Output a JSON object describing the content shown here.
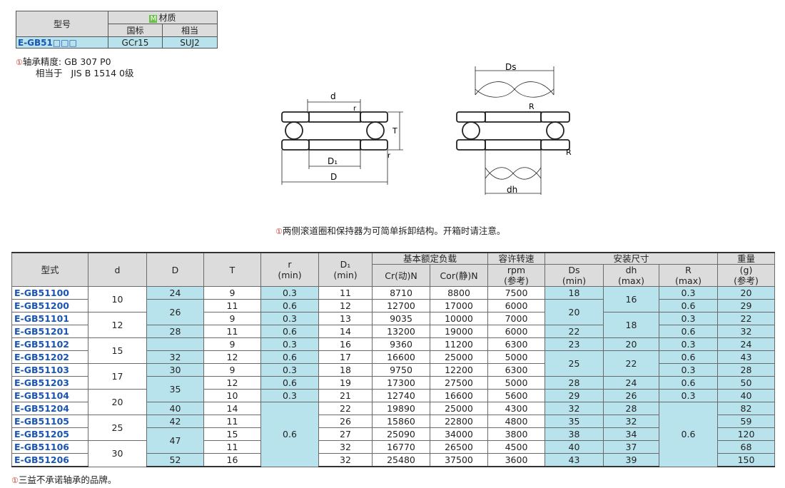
{
  "material_table": {
    "model_header": "型号",
    "material_badge": "M",
    "material_header": "材质",
    "std_header": "国标",
    "equiv_header": "相当",
    "model": "E-GB51□□□",
    "std_value": "GCr15",
    "equiv_value": "SUJ2"
  },
  "notes": {
    "marker": "①",
    "precision_label": "轴承精度:",
    "precision_value": "GB 307  P0",
    "equiv_label": "相当于",
    "equiv_value": "JIS B 1514 0级",
    "diagram_note": "两侧滚道圈和保持器为可简单拆卸结构。开箱时请注意。",
    "footer_note": "三益不承诺轴承的品牌。"
  },
  "diagram_labels": {
    "d": "d",
    "r": "r",
    "T": "T",
    "D1": "D₁",
    "D": "D",
    "Ds": "Ds",
    "R": "R",
    "dh": "dh"
  },
  "spec_table": {
    "headers": {
      "model": "型式",
      "d": "d",
      "D": "D",
      "T": "T",
      "r": "r",
      "r_sub": "(min)",
      "D1": "D₁",
      "D1_sub": "(min)",
      "load": "基本额定负载",
      "cr": "Cr(动)N",
      "cor": "Cor(静)N",
      "speed": "容许转速",
      "rpm": "rpm",
      "ref": "(参考)",
      "mount": "安装尺寸",
      "ds": "Ds",
      "ds_sub": "(min)",
      "dh": "dh",
      "dh_sub": "(max)",
      "R": "R",
      "R_sub": "(max)",
      "weight": "重量",
      "g": "(g)",
      "wref": "(参考)"
    },
    "rows": [
      {
        "model": "E-GB51100",
        "d": "10",
        "D": "24",
        "T": "9",
        "r": "0.3",
        "D1": "11",
        "cr": "8710",
        "cor": "8800",
        "rpm": "7500",
        "ds": "18",
        "dh": "16",
        "R": "0.3",
        "g": "20"
      },
      {
        "model": "E-GB51200",
        "D": "26",
        "T": "11",
        "r": "0.6",
        "D1": "12",
        "cr": "12700",
        "cor": "17000",
        "rpm": "6000",
        "ds": "20",
        "R": "0.6",
        "g": "29"
      },
      {
        "model": "E-GB51101",
        "d": "12",
        "T": "9",
        "r": "0.3",
        "D1": "13",
        "cr": "9035",
        "cor": "10000",
        "rpm": "7000",
        "dh": "18",
        "R": "0.3",
        "g": "22"
      },
      {
        "model": "E-GB51201",
        "D": "28",
        "T": "11",
        "r": "0.6",
        "D1": "14",
        "cr": "13200",
        "cor": "19000",
        "rpm": "6000",
        "ds": "22",
        "R": "0.6",
        "g": "32"
      },
      {
        "model": "E-GB51102",
        "d": "15",
        "T": "9",
        "r": "0.3",
        "D1": "16",
        "cr": "9360",
        "cor": "11200",
        "rpm": "6300",
        "ds": "23",
        "dh": "20",
        "R": "0.3",
        "g": "24"
      },
      {
        "model": "E-GB51202",
        "D": "32",
        "T": "12",
        "r": "0.6",
        "D1": "17",
        "cr": "16600",
        "cor": "25000",
        "rpm": "5000",
        "ds": "25",
        "dh": "22",
        "R": "0.6",
        "g": "43"
      },
      {
        "model": "E-GB51103",
        "d": "17",
        "D": "30",
        "T": "9",
        "r": "0.3",
        "D1": "18",
        "cr": "9750",
        "cor": "12200",
        "rpm": "6300",
        "R": "0.3",
        "g": "28"
      },
      {
        "model": "E-GB51203",
        "D": "35",
        "T": "12",
        "r": "0.6",
        "D1": "19",
        "cr": "17300",
        "cor": "27500",
        "rpm": "5000",
        "ds": "28",
        "dh": "24",
        "R": "0.6",
        "g": "50"
      },
      {
        "model": "E-GB51104",
        "d": "20",
        "T": "10",
        "r": "0.3",
        "D1": "21",
        "cr": "12740",
        "cor": "16600",
        "rpm": "5600",
        "ds": "29",
        "dh": "26",
        "R": "0.3",
        "g": "40"
      },
      {
        "model": "E-GB51204",
        "D": "40",
        "T": "14",
        "r": "0.6",
        "D1": "22",
        "cr": "19890",
        "cor": "25000",
        "rpm": "4300",
        "ds": "32",
        "dh": "28",
        "R": "0.6",
        "g": "82"
      },
      {
        "model": "E-GB51105",
        "d": "25",
        "D": "42",
        "T": "11",
        "D1": "26",
        "cr": "15860",
        "cor": "22800",
        "rpm": "4800",
        "ds": "35",
        "dh": "32",
        "g": "59"
      },
      {
        "model": "E-GB51205",
        "D": "47",
        "T": "15",
        "D1": "27",
        "cr": "25090",
        "cor": "34000",
        "rpm": "3800",
        "ds": "38",
        "dh": "34",
        "g": "120"
      },
      {
        "model": "E-GB51106",
        "d": "30",
        "T": "11",
        "D1": "32",
        "cr": "16770",
        "cor": "26500",
        "rpm": "4500",
        "ds": "40",
        "dh": "37",
        "g": "68"
      },
      {
        "model": "E-GB51206",
        "D": "52",
        "T": "16",
        "D1": "32",
        "cr": "25480",
        "cor": "37500",
        "rpm": "3600",
        "ds": "43",
        "dh": "39",
        "g": "150"
      }
    ]
  }
}
